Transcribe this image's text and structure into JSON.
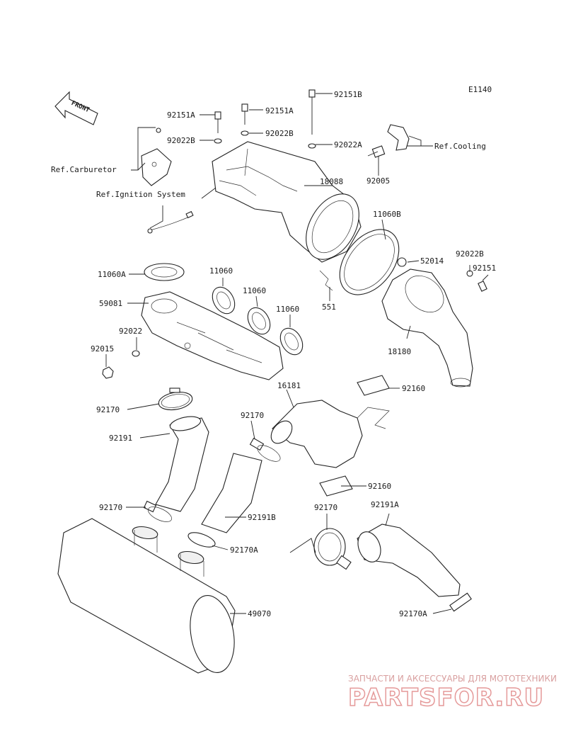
{
  "diagram_code": "E1140",
  "front_label": "FRONT",
  "refs": {
    "carburetor": "Ref.Carburetor",
    "ignition": "Ref.Ignition System",
    "cooling": "Ref.Cooling"
  },
  "parts": {
    "p92151A_1": "92151A",
    "p92151A_2": "92151A",
    "p92151B": "92151B",
    "p92022B_1": "92022B",
    "p92022B_2": "92022B",
    "p92022A": "92022A",
    "p18088": "18088",
    "p92005": "92005",
    "p11060B": "11060B",
    "p52014": "52014",
    "p92022B_3": "92022B",
    "p92151": "92151",
    "p11060A": "11060A",
    "p11060_1": "11060",
    "p11060_2": "11060",
    "p11060_3": "11060",
    "p59081": "59081",
    "p551": "551",
    "p92022": "92022",
    "p92015": "92015",
    "p18180": "18180",
    "p16181": "16181",
    "p92160_1": "92160",
    "p92170_1": "92170",
    "p92191": "92191",
    "p92170_2": "92170",
    "p92160_2": "92160",
    "p92170_3": "92170",
    "p92191B": "92191B",
    "p92170_4": "92170",
    "p92191A": "92191A",
    "p92170A_1": "92170A",
    "p92170A_2": "92170A",
    "p49070": "49070"
  },
  "watermark": {
    "tagline": "ЗАПЧАСТИ И АКСЕССУАРЫ ДЛЯ МОТОТЕХНИКИ",
    "brand": "PARTSFOR.RU"
  },
  "colors": {
    "line": "#222222",
    "watermark": "#e59a9a"
  }
}
